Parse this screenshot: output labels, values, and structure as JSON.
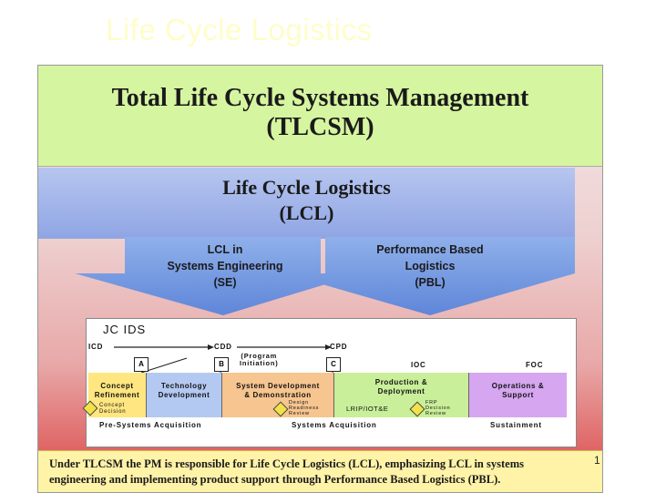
{
  "slide": {
    "title": "Life Cycle Logistics",
    "page_number": "1"
  },
  "tlcsm": {
    "line1": "Total Life Cycle Systems Management",
    "line2": "(TLCSM)"
  },
  "lcl": {
    "line1": "Life Cycle Logistics",
    "line2": "(LCL)"
  },
  "arrows": {
    "left": {
      "line1": "LCL in",
      "line2": "Systems Engineering",
      "line3": "(SE)"
    },
    "right": {
      "line1": "Performance Based",
      "line2": "Logistics",
      "line3": "(PBL)"
    }
  },
  "process": {
    "jcids": "JC IDS",
    "docs": {
      "icd": "ICD",
      "cdd": "CDD",
      "cpd": "CPD"
    },
    "program_initiation": {
      "line1": "(Program",
      "line2": "Initiation)"
    },
    "milestones": {
      "a": "A",
      "b": "B",
      "c": "C"
    },
    "ioc": "IOC",
    "foc": "FOC",
    "phases": [
      {
        "line1": "Concept",
        "line2": "Refinement",
        "color": "#ffe680"
      },
      {
        "line1": "Technology",
        "line2": "Development",
        "color": "#b4c9f2"
      },
      {
        "line1": "System Development",
        "line2": "& Demonstration",
        "color": "#f7c590"
      },
      {
        "line1": "Production &",
        "line2": "Deployment",
        "color": "#c9ef9a"
      },
      {
        "line1": "Operations &",
        "line2": "Support",
        "color": "#d6a6f0"
      }
    ],
    "decisions": {
      "concept": {
        "line1": "Concept",
        "line2": "Decision"
      },
      "design": {
        "line1": "Design",
        "line2": "Readiness",
        "line3": "Review"
      },
      "frp": {
        "line1": "FRP",
        "line2": "Decision",
        "line3": "Review"
      }
    },
    "lrip": "LRIP/IOT&E",
    "footer": {
      "pre": "Pre-Systems Acquisition",
      "acq": "Systems Acquisition",
      "sus": "Sustainment"
    }
  },
  "bottom_text": {
    "line1": "Under TLCSM the PM is responsible for Life Cycle Logistics (LCL), emphasizing LCL in systems",
    "line2": "engineering and implementing product support through Performance Based Logistics (PBL)."
  }
}
